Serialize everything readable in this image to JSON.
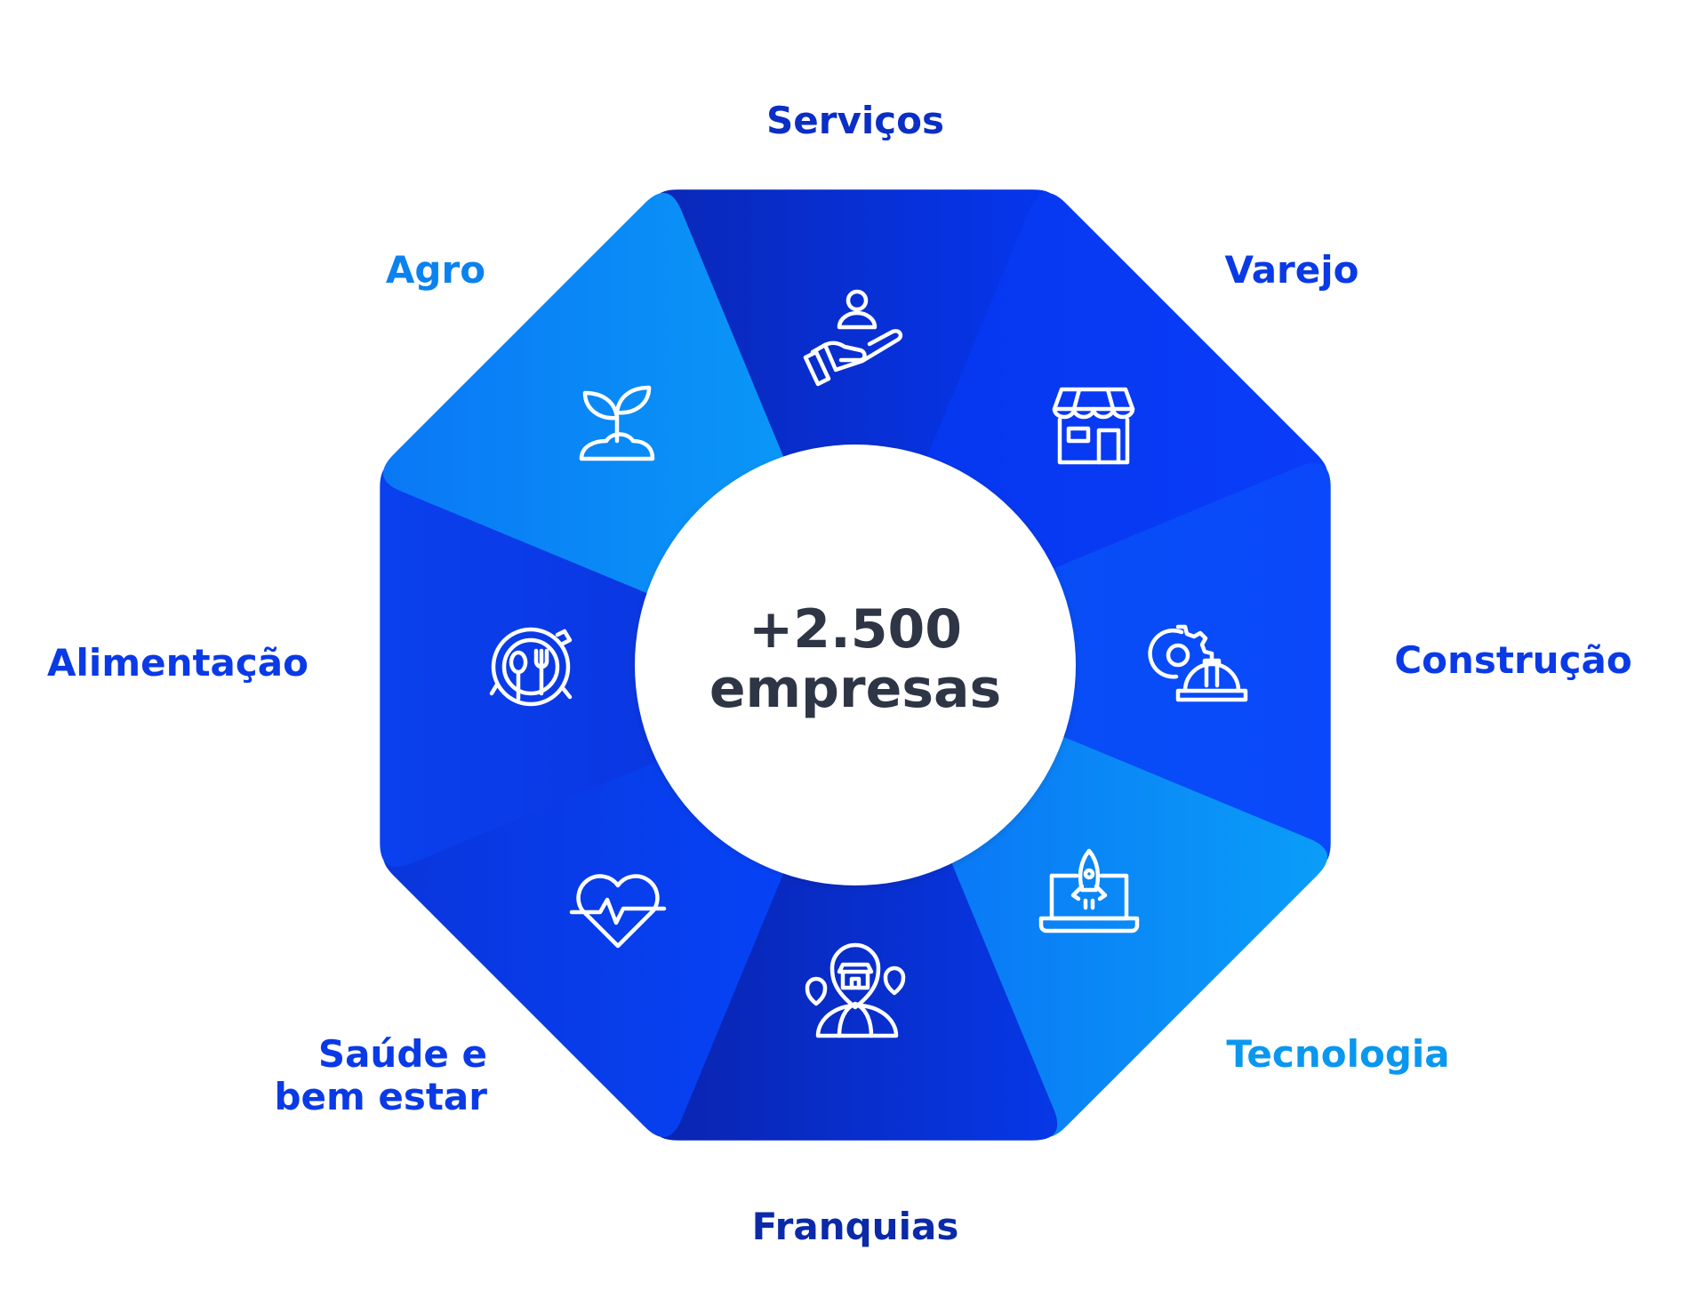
{
  "center": {
    "line1": "+2.500",
    "line2": "empresas"
  },
  "segments": [
    {
      "label": "Serviços",
      "icon": "hand-with-person-icon",
      "gradient": [
        "#0a28b8",
        "#0536ee"
      ],
      "label_color": "#0b2ec4"
    },
    {
      "label": "Varejo",
      "icon": "storefront-icon",
      "gradient": [
        "#0536ee",
        "#0a3df8"
      ],
      "label_color": "#0a3ae6"
    },
    {
      "label": "Construção",
      "icon": "gear-hardhat-icon",
      "gradient": [
        "#0552f2",
        "#0a48fb"
      ],
      "label_color": "#0a3ae6"
    },
    {
      "label": "Tecnologia",
      "icon": "laptop-rocket-icon",
      "gradient": [
        "#0a6ef5",
        "#0a9df8"
      ],
      "label_color": "#0a97ef"
    },
    {
      "label": "Franquias",
      "icon": "store-location-pins-icon",
      "gradient": [
        "#0a24b0",
        "#0638e6"
      ],
      "label_color": "#0b2aa8"
    },
    {
      "label_lines": [
        "Saúde e",
        "bem estar"
      ],
      "icon": "heart-pulse-icon",
      "gradient": [
        "#0a35dc",
        "#0546fb"
      ],
      "label_color": "#0a3ae6"
    },
    {
      "label": "Alimentação",
      "icon": "plate-cutlery-icon",
      "gradient": [
        "#0a40ee",
        "#0a30d8"
      ],
      "label_color": "#0a3ae6"
    },
    {
      "label": "Agro",
      "icon": "sprout-icon",
      "gradient": [
        "#0a78f5",
        "#0a9df8"
      ],
      "label_color": "#0a82ef"
    }
  ]
}
